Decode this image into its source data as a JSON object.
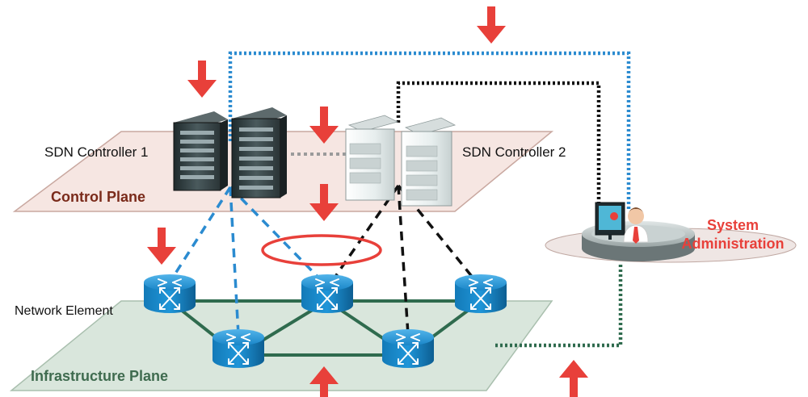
{
  "labels": {
    "sdn_controller_1": "SDN Controller 1",
    "sdn_controller_2": "SDN Controller 2",
    "control_plane": "Control Plane",
    "network_element": "Network Element",
    "infrastructure_plane": "Infrastructure Plane",
    "system_line1": "System",
    "system_line2": "Administration"
  },
  "colors": {
    "control_plane_fill": "#f6e6e2",
    "control_plane_stroke": "#c9a8a0",
    "infra_plane_fill": "#d9e6dc",
    "infra_plane_stroke": "#a9bfae",
    "control_plane_text": "#7a2a1a",
    "infra_plane_text": "#3f6b4f",
    "router_blue": "#1a86c8",
    "router_dark": "#0d5e92",
    "link_green": "#2f6b4e",
    "dash_blue": "#2b8bd0",
    "dash_black": "#111111",
    "dot_blue": "#2b8bd0",
    "dot_black": "#111111",
    "dot_green": "#2f6b4e",
    "dot_gray": "#9a9a9a",
    "arrow_red": "#e8403a",
    "ellipse_red": "#e8403a",
    "sysadmin_text": "#e8403a",
    "server_dark": "#2e3a3c",
    "server_light": "#eef3f3"
  },
  "icons": {
    "server": "server-rack-icon",
    "router": "router-icon",
    "admin": "administrator-workstation-icon",
    "arrow": "red-down-arrow-icon"
  }
}
